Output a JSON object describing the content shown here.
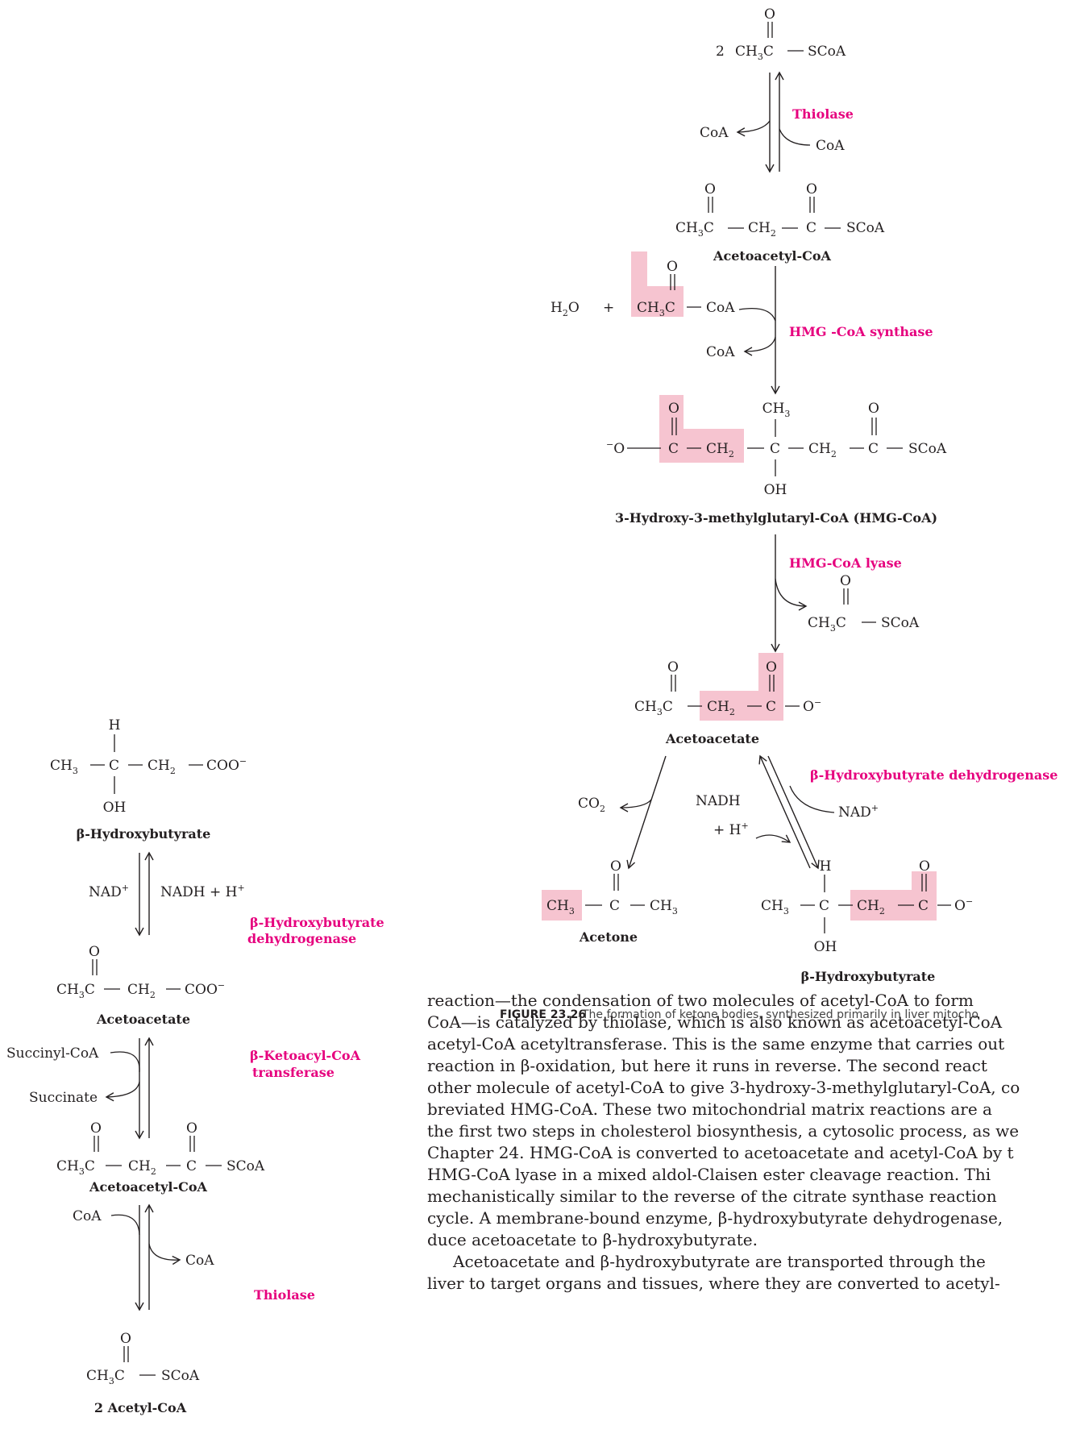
{
  "figure": {
    "number": "FIGURE 23.26",
    "caption": "The formation of ketone bodies, synthesized primarily in liver mitocho"
  },
  "main_pathway": {
    "acetyl_coa_top": {
      "coeff": "2",
      "frag_left": "CH",
      "frag_mid": "C",
      "scoa": "SCoA",
      "o": "O"
    },
    "thiolase": {
      "enzyme": "Thiolase",
      "coa_out": "CoA",
      "coa_in": "CoA"
    },
    "acetoacetyl_coa": {
      "name": "Acetoacetyl-CoA",
      "ch3c": "CH",
      "ch2": "CH",
      "c": "C",
      "scoa": "SCoA",
      "o": "O"
    },
    "hmg_synthase": {
      "enzyme": "HMG -CoA synthase",
      "h2o": "H",
      "plus": "+",
      "acetyl": "CH",
      "coa_sub": "CoA",
      "coa_out": "CoA"
    },
    "hmg_coa": {
      "name": "3-Hydroxy-3-methylglutaryl-CoA (HMG-CoA)",
      "o_minus": "O",
      "c": "C",
      "ch2": "CH",
      "ch3": "CH",
      "oh": "OH",
      "scoa": "SCoA"
    },
    "hmg_lyase": {
      "enzyme": "HMG-CoA lyase",
      "prod_ch3c": "CH",
      "prod_scoa": "SCoA"
    },
    "acetoacetate": {
      "name": "Acetoacetate",
      "ch3c": "CH",
      "ch2": "CH",
      "c": "C",
      "o_minus": "O"
    },
    "decarbox": {
      "co2": "CO"
    },
    "bhbd": {
      "enzyme": "β-Hydroxybutyrate dehydrogenase",
      "nadh": "NADH",
      "h_plus": "+ H",
      "nad": "NAD"
    },
    "acetone": {
      "name": "Acetone",
      "ch3": "CH",
      "c": "C"
    },
    "beta_hb": {
      "name": "β-Hydroxybutyrate",
      "h": "H",
      "ch3": "CH",
      "c": "C",
      "ch2": "CH",
      "oh": "OH",
      "o_minus": "O"
    }
  },
  "side_pathway": {
    "beta_hb": {
      "name": "β-Hydroxybutyrate",
      "h": "H",
      "ch3": "CH",
      "c": "C",
      "ch2": "CH",
      "coo": "COO",
      "oh": "OH"
    },
    "step1": {
      "nad": "NAD",
      "nadh": "NADH + H",
      "enzyme_l1": "β-Hydroxybutyrate",
      "enzyme_l2": "dehydrogenase"
    },
    "acetoacetate": {
      "name": "Acetoacetate",
      "o": "O",
      "ch3c": "CH",
      "ch2": "CH",
      "coo": "COO"
    },
    "step2": {
      "succinyl_coa": "Succinyl-CoA",
      "succinate": "Succinate",
      "enzyme_l1": "β-Ketoacyl-CoA",
      "enzyme_l2": "transferase"
    },
    "acetoacetyl_coa": {
      "name": "Acetoacetyl-CoA",
      "ch3c": "CH",
      "ch2": "CH",
      "c": "C",
      "scoa": "SCoA"
    },
    "step3": {
      "coa_in": "CoA",
      "coa_out": "CoA",
      "enzyme": "Thiolase"
    },
    "acetyl_coa": {
      "name": "2 Acetyl-CoA",
      "ch3c": "CH",
      "scoa": "SCoA"
    }
  },
  "body_text": {
    "lines": [
      "reaction—the condensation of two molecules of acetyl-CoA to form",
      "CoA—is catalyzed by thiolase, which is also known as acetoacetyl-CoA",
      "acetyl-CoA acetyltransferase. This is the same enzyme that carries out",
      "reaction in β-oxidation, but here it runs in reverse. The second react",
      "other molecule of acetyl-CoA to give 3-hydroxy-3-methylglutaryl-CoA, co",
      "breviated HMG-CoA. These two mitochondrial matrix reactions are a",
      "the first two steps in cholesterol biosynthesis, a cytosolic process, as we",
      "Chapter 24. HMG-CoA is converted to acetoacetate and acetyl-CoA by t",
      "HMG-CoA lyase in a mixed aldol-Claisen ester cleavage reaction. Thi",
      "mechanistically similar to the reverse of the citrate synthase reaction",
      "cycle. A membrane-bound enzyme, β-hydroxybutyrate dehydrogenase,",
      "duce acetoacetate to β-hydroxybutyrate.",
      "Acetoacetate and β-hydroxybutyrate are transported through the",
      "liver to target organs and tissues, where they are converted to acetyl-"
    ]
  },
  "colors": {
    "enzyme": "#e6007e",
    "highlight": "#f6c4d0",
    "text": "#231f20"
  }
}
